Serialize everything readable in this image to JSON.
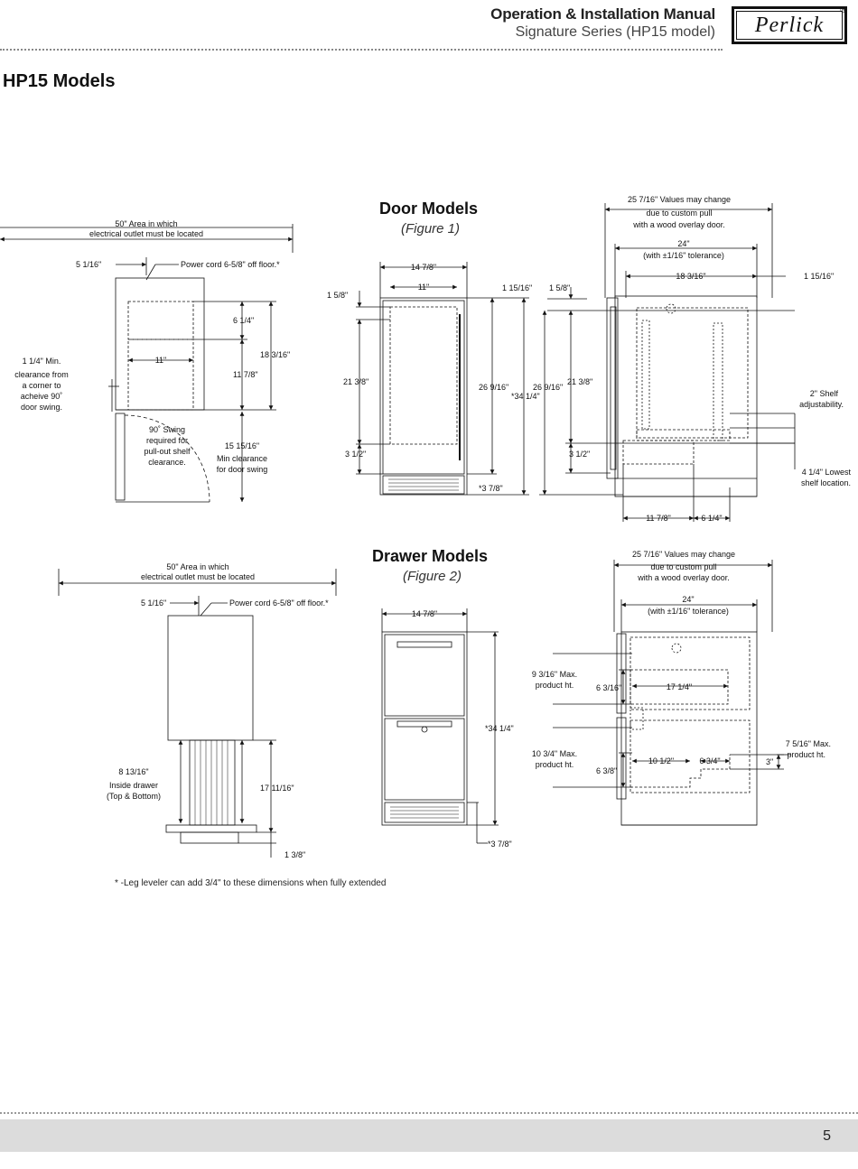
{
  "header": {
    "title": "Operation & Installation Manual",
    "subtitle": "Signature  Series (HP15 model)",
    "logo_text": "Perlick",
    "logo_mark": "®"
  },
  "page_title": "HP15 Models",
  "door": {
    "title": "Door Models",
    "caption": "(Figure 1)",
    "labels": {
      "area": "50\" Area in which",
      "area2": "electrical outlet must be located",
      "cord_offset": "5 1/16\"",
      "cord": "Power cord 6-5/8\" off floor.*",
      "min_clear1": "1 1/4\" Min.",
      "min_clear2": "clearance from",
      "min_clear3": "a corner to",
      "min_clear4": "acheive 90˚",
      "min_clear5": "door swing.",
      "eleven": "11\"",
      "d6_1_4": "6 1/4\"",
      "d11_7_8": "11 7/8\"",
      "d18_3_16": "18 3/16\"",
      "swing1": "90˚ Swing",
      "swing2": "required for",
      "swing3": "pull-out shelf",
      "swing4": "clearance.",
      "d15_15_16": "15 15/16\"",
      "min_door1": "Min clearance",
      "min_door2": "for door swing",
      "w14_7_8": "14 7/8\"",
      "w11": "11\"",
      "d1_5_8": "1 5/8\"",
      "d1_15_16": "1 15/16\"",
      "d21_3_8": "21 3/8\"",
      "d26_9_16": "26 9/16\"",
      "d34_1_4": "*34 1/4\"",
      "d3_1_2": "3 1/2\"",
      "d3_7_8": "*3 7/8\"",
      "side_values1": "25 7/16\" Values may change",
      "side_values2": "due to custom pull",
      "side_values3": "with a wood overlay door.",
      "side_24": "24\"",
      "side_tol": "(with ±1/16\" tolerance)",
      "side_18_3_16": "18 3/16\"",
      "side_1_15_16": "1 15/16\"",
      "side_1_5_8": "1 5/8\"",
      "side_21_3_8": "21 3/8\"",
      "side_26_9_16": "26 9/16\"",
      "side_3_1_2": "3 1/2\"",
      "shelf_adj1": "2\" Shelf",
      "shelf_adj2": "adjustability.",
      "lowest1": "4 1/4\" Lowest",
      "lowest2": "shelf location.",
      "side_11_7_8": "11 7/8\"",
      "side_6_1_4": "6 1/4\""
    }
  },
  "drawer": {
    "title": "Drawer Models",
    "caption": "(Figure 2)",
    "labels": {
      "area": "50\" Area in which",
      "area2": "electrical outlet must be located",
      "cord_offset": "5 1/16\"",
      "cord": "Power cord 6-5/8\" off floor.*",
      "d8_13_16": "8 13/16\"",
      "inside1": "Inside drawer",
      "inside2": "(Top & Bottom)",
      "d17_11_16": "17 11/16\"",
      "d1_3_8": "1 3/8\"",
      "w14_7_8": "14 7/8\"",
      "d34_1_4": "*34 1/4\"",
      "d3_7_8": "*3 7/8\"",
      "side_values1": "25 7/16\" Values may change",
      "side_values2": "due to custom pull",
      "side_values3": "with a wood overlay door.",
      "side_24": "24\"",
      "side_tol": "(with ±1/16\" tolerance)",
      "max1a": "9 3/16\" Max.",
      "max1b": "product ht.",
      "d6_3_16": "6 3/16\"",
      "d17_1_4": "17 1/4\"",
      "max2a": "10 3/4\" Max.",
      "max2b": "product ht.",
      "d10_1_2": "10 1/2\"",
      "d6_3_4": "6 3/4\"",
      "d6_3_8": "6 3/8\"",
      "max3a": "7 5/16\" Max.",
      "max3b": "product ht.",
      "d3": "3\""
    }
  },
  "note": "* -Leg leveler can add 3/4\" to these dimensions when fully extended",
  "page_number": "5"
}
